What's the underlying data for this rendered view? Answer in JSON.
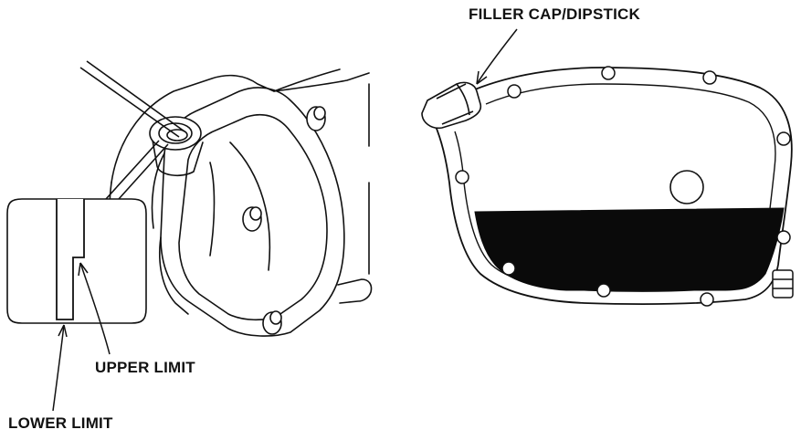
{
  "labels": {
    "filler_cap": "FILLER CAP/DIPSTICK",
    "upper_limit": "UPPER LIMIT",
    "lower_limit": "LOWER LIMIT"
  },
  "colors": {
    "ink": "#111111",
    "paper": "#ffffff",
    "oil": "#0a0a0a"
  }
}
